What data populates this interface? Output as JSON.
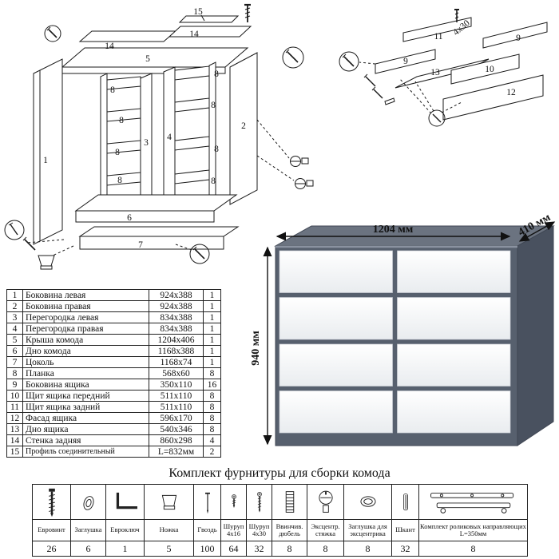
{
  "parts": {
    "rows": [
      [
        "1",
        "Боковина левая",
        "924x388",
        "1"
      ],
      [
        "2",
        "Боковина правая",
        "924x388",
        "1"
      ],
      [
        "3",
        "Перегородка левая",
        "834x388",
        "1"
      ],
      [
        "4",
        "Перегородка правая",
        "834x388",
        "1"
      ],
      [
        "5",
        "Крыша комода",
        "1204x406",
        "1"
      ],
      [
        "6",
        "Дно комода",
        "1168x388",
        "1"
      ],
      [
        "7",
        "Цоколь",
        "1168x74",
        "1"
      ],
      [
        "8",
        "Планка",
        "568x60",
        "8"
      ],
      [
        "9",
        "Боковина ящика",
        "350x110",
        "16"
      ],
      [
        "10",
        "Щит ящика передний",
        "511x110",
        "8"
      ],
      [
        "11",
        "Щит ящика задний",
        "511x110",
        "8"
      ],
      [
        "12",
        "Фасад ящика",
        "596x170",
        "8"
      ],
      [
        "13",
        "Дно ящика",
        "540x346",
        "8"
      ],
      [
        "14",
        "Стенка задняя",
        "860x298",
        "4"
      ],
      [
        "15",
        "Профиль соединительный",
        "L=832мм",
        "2"
      ]
    ]
  },
  "dimensions": {
    "width": "1204 мм",
    "depth": "410 мм",
    "height": "940 мм"
  },
  "hardware": {
    "title": "Комплект фурнитуры для сборки комода",
    "items": [
      {
        "name": "Евровинт",
        "qty": "26",
        "icon": "euro-screw-icon"
      },
      {
        "name": "Заглушка",
        "qty": "6",
        "icon": "cap-icon"
      },
      {
        "name": "Евроключ",
        "qty": "1",
        "icon": "hex-key-icon"
      },
      {
        "name": "Ножка",
        "qty": "5",
        "icon": "foot-icon"
      },
      {
        "name": "Гвоздь",
        "qty": "100",
        "icon": "nail-icon"
      },
      {
        "name": "Шуруп 4x16",
        "qty": "64",
        "icon": "short-screw-icon"
      },
      {
        "name": "Шуруп 4х30",
        "qty": "32",
        "icon": "long-screw-icon"
      },
      {
        "name": "Ввинчив. дюбель",
        "qty": "8",
        "icon": "threaded-dowel-icon"
      },
      {
        "name": "Эксцентр. стяжка",
        "qty": "8",
        "icon": "cam-lock-icon"
      },
      {
        "name": "Заглушка для эксцентрика",
        "qty": "8",
        "icon": "cam-cap-icon"
      },
      {
        "name": "Шкант",
        "qty": "32",
        "icon": "wood-dowel-icon"
      },
      {
        "name": "Комплект роликовых направляющих L=350мм",
        "qty": "8",
        "icon": "roller-guides-icon"
      }
    ]
  },
  "diagram": {
    "main_labels": [
      "15",
      "14",
      "14",
      "5",
      "1",
      "8",
      "8",
      "8",
      "8",
      "3",
      "4",
      "8",
      "8",
      "8",
      "8",
      "2",
      "6",
      "7"
    ],
    "drawer_labels": [
      "11",
      "4x30",
      "9",
      "9",
      "10",
      "13",
      "12"
    ]
  }
}
